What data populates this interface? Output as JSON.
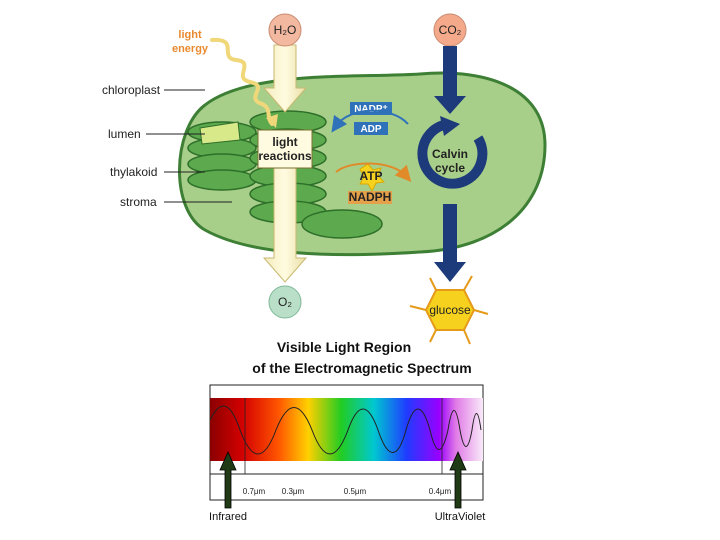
{
  "diagram": {
    "light_energy_line1": "light",
    "light_energy_line2": "energy",
    "h2o": "H₂O",
    "co2": "CO₂",
    "o2": "O₂",
    "chloroplast": "chloroplast",
    "lumen": "lumen",
    "thylakoid": "thylakoid",
    "stroma": "stroma",
    "light_reactions_line1": "light",
    "light_reactions_line2": "reactions",
    "nadp": "NADP⁺",
    "adp": "ADP",
    "atp": "ATP",
    "nadph": "NADPH",
    "calvin_line1": "Calvin",
    "calvin_line2": "cycle",
    "glucose": "glucose"
  },
  "spectrum": {
    "title_line1": "Visible Light Region",
    "title_line2": "of the Electromagnetic Spectrum",
    "ticks": [
      "0.7μm",
      "0.3μm",
      "0.5μm",
      "0.4μm"
    ],
    "infrared": "Infrared",
    "ultraviolet": "UltraViolet"
  },
  "colors": {
    "stroma_fill": "#a8cf8a",
    "thylakoid_fill": "#5caa4d",
    "lumen_fill": "#d8e98a",
    "h2o_circle": "#f2b9a0",
    "co2_circle": "#f4a98b",
    "o2_circle": "#b9dfc8",
    "calvin_arrow": "#1d3a7a",
    "nadp_box": "#2f72ba",
    "nadph_box": "#e5a04a",
    "atp_star": "#f6d21e",
    "glucose_hex": "#f6d21e",
    "light_label": "#e98a2f"
  }
}
